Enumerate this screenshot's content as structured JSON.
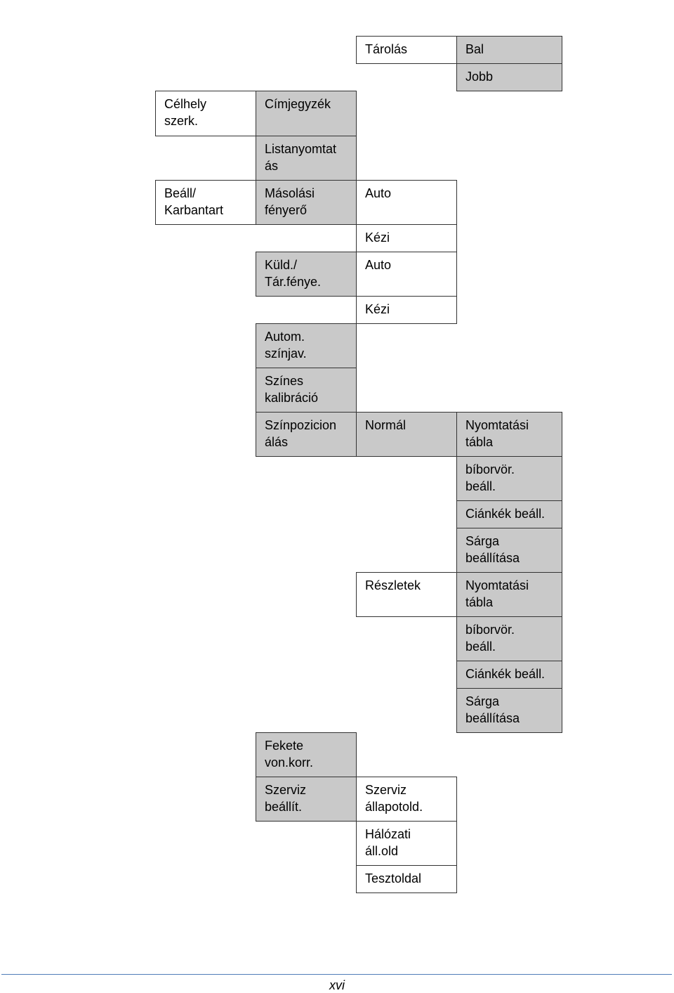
{
  "menu": {
    "tarolas": {
      "label": "Tárolás",
      "options": [
        "Bal",
        "Jobb"
      ]
    },
    "celhely": {
      "label": "Célhely\nszerk.",
      "cimjegyzek": "Címjegyzék",
      "listanyomtatas": "Listanyomtat\nás"
    },
    "beall": {
      "label": "Beáll/\nKarbantart",
      "masolasi_fenyero": {
        "label": "Másolási\nfényerő",
        "options": [
          "Auto",
          "Kézi"
        ]
      },
      "kuld_tar_fenye": {
        "label": "Küld./\nTár.fénye.",
        "options": [
          "Auto",
          "Kézi"
        ]
      },
      "autom_szinjav": "Autom.\nszínjav.",
      "szines_kalibracio": "Színes\nkalibráció",
      "szinpozicionalas": {
        "label": "Színpozicion\nálás",
        "normal": {
          "label": "Normál",
          "items": [
            "Nyomtatási\ntábla",
            "bíborvör.\nbeáll.",
            "Ciánkék beáll.",
            "Sárga\nbeállítása"
          ]
        },
        "reszletek": {
          "label": "Részletek",
          "items": [
            "Nyomtatási\ntábla",
            "bíborvör.\nbeáll.",
            "Ciánkék beáll.",
            "Sárga\nbeállítása"
          ]
        }
      },
      "fekete_von_korr": "Fekete\nvon.korr.",
      "szerviz_beallit": {
        "label": "Szerviz\nbeállít.",
        "items": [
          "Szerviz\nállapotold.",
          "Hálózati\náll.old",
          "Tesztoldal"
        ]
      }
    }
  },
  "footer": {
    "page_number": "xvi"
  }
}
